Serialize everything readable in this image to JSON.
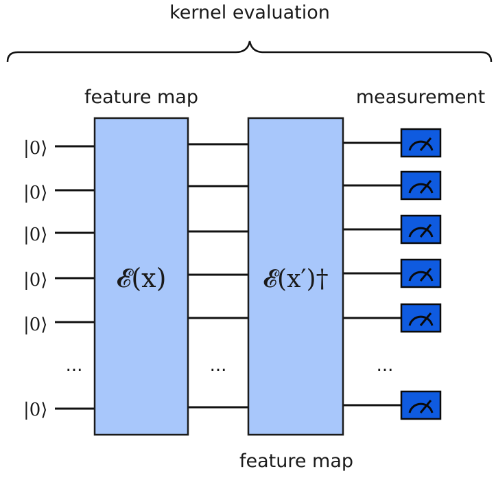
{
  "title": "kernel evaluation",
  "labels": {
    "feature_map_top": "feature map",
    "feature_map_bottom": "feature map",
    "measurement": "measurement"
  },
  "gates": {
    "encoder": "𝓔(x)",
    "encoder_dagger": "𝓔(x′)†"
  },
  "qubits": {
    "inputs": [
      "|0⟩",
      "|0⟩",
      "|0⟩",
      "|0⟩",
      "|0⟩",
      "|0⟩"
    ],
    "ellipsis": "..."
  },
  "colors": {
    "gate_fill": "#a8c7fb",
    "gate_stroke": "#1a1a1a",
    "measure_fill": "#0f5be0",
    "measure_stroke": "#0a0a0a",
    "wire": "#111111",
    "text": "#1a1a1a"
  },
  "icons": {
    "measurement": "meter-icon",
    "brace": "curly-brace-icon"
  }
}
